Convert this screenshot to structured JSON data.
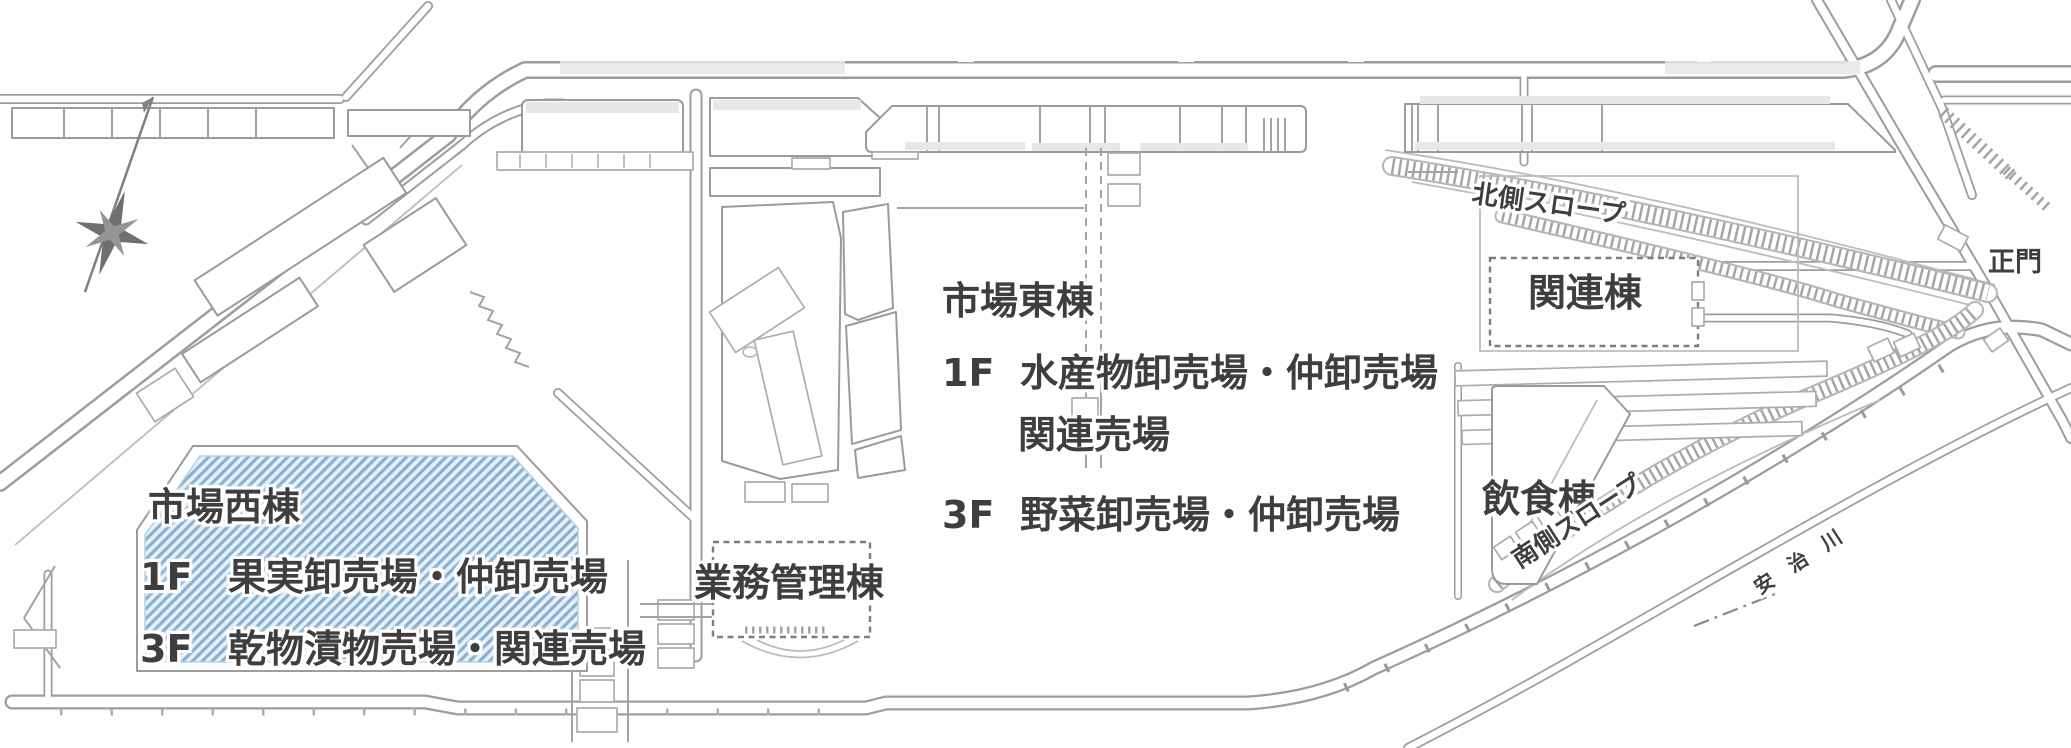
{
  "map": {
    "west_building": {
      "title": "市場西棟",
      "floor1": {
        "floor": "1F",
        "label": "果実卸売場・仲卸売場"
      },
      "floor3": {
        "floor": "3F",
        "label": "乾物漬物売場・関連売場"
      }
    },
    "east_building": {
      "title": "市場東棟",
      "floor1": {
        "floor": "1F",
        "label": "水産物卸売場・仲卸売場",
        "label_cont": "関連売場"
      },
      "floor3": {
        "floor": "3F",
        "label": "野菜卸売場・仲卸売場"
      }
    },
    "admin_building_label": "業務管理棟",
    "related_building_label": "関連棟",
    "restaurant_building_label": "飲食棟",
    "north_slope_label": "北側スロープ",
    "south_slope_label": "南側スロープ",
    "main_gate_label": "正門",
    "river_label": "安治川"
  },
  "colors": {
    "highlight_stripe": "#88b0d2",
    "highlight_bg": "#e7f0f8",
    "map_line": "#9d9d9d",
    "label_text": "#3e3e3e"
  }
}
